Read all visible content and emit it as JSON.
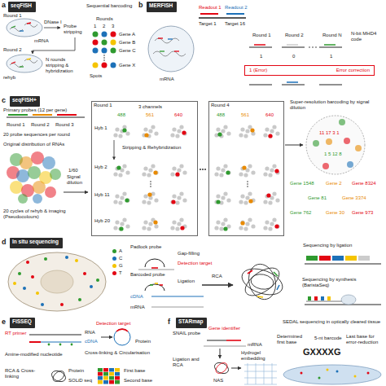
{
  "diagram": {
    "nodes": [
      {
        "text": [
          "seqFISH"
        ]
      },
      {
        "text": [
          "MERFISH"
        ]
      },
      {
        "text": [
          "1 (Error)",
          "Error correction"
        ]
      },
      {
        "text": [
          "seqFISH+"
        ]
      },
      {
        "text": [
          "Round 1"
        ]
      },
      {
        "text": [
          "Round 4"
        ]
      },
      {
        "text": [
          "In situ sequencing"
        ]
      },
      {
        "text": [
          "FISSEQ"
        ]
      },
      {
        "text": [
          "STARmap"
        ]
      }
    ],
    "labels": [
      "a",
      "Round 1",
      "mRNA",
      "DNase I",
      "Probe stripping",
      "Round 2",
      "rehyb",
      "N rounds stripping & hybridization",
      "Sequential barcoding",
      "Rounds",
      "1",
      "2",
      "3",
      "Gene A",
      "Gene B",
      "Gene C",
      "Gene X",
      "Spots",
      "b",
      "Readout 1",
      "Readout 2",
      "Target 1",
      "Target 16",
      "mRNA",
      "Round 1",
      "Round 2",
      "Round N",
      "N-bit MHD4 code",
      "1",
      "0",
      "1",
      "c",
      "Primary probes (12 per gene)",
      "Round 1",
      "Round 2",
      "Round 3",
      "20 probe sequences per round",
      "Original distribution of RNAs",
      "1/60",
      "Signal dilution",
      "20 cycles of rehyb & imaging (Pseudocolours)",
      "3 channels",
      "488",
      "561",
      "640",
      "Hyb 1",
      "Stripping & Rehybridization",
      "Hyb 2",
      "Hyb 11",
      "Hyb 20",
      "488",
      "561",
      "640",
      "Super-resolution barcoding by signal dilution",
      "11 17 3 1",
      "1 5 12 8",
      "Gene 1548",
      "Gene 2",
      "Gene 8324",
      "Gene 81",
      "Gene 3374",
      "Gene 762",
      "Gene 30",
      "Gene 973",
      "d",
      "Padlock probe",
      "Gap-filling",
      "Detection target",
      "Barcoded probe",
      "Ligation",
      "cDNA",
      "mRNA",
      "RCA",
      "Sequencing by ligation",
      "Sequencing by synthesis (BaristaSeq)",
      "e",
      "RT primer",
      "RNA",
      "cDNA",
      "Amine-modified nucleotide",
      "Detection target",
      "Protein",
      "Cross-linking & Circularisation",
      "RCA & Cross-linking",
      "Protein",
      "SOLiD seq",
      "First base",
      "Second base",
      "f",
      "SNAIL probe",
      "Gene identifier",
      "mRNA",
      "Ligation and RCA",
      "Hydrogel embedding",
      "NAS",
      "SEDAL sequencing in optically cleared tissue",
      "Determined first base",
      "5-nt barcode",
      "Last base for error-reduction",
      "GXXXXG"
    ],
    "legend": [
      {
        "text": "A",
        "color": "#2f9a2f"
      },
      {
        "text": "C",
        "color": "#1d71b8"
      },
      {
        "text": "G",
        "color": "#f5c400"
      },
      {
        "text": "T",
        "color": "#e30613"
      }
    ]
  }
}
